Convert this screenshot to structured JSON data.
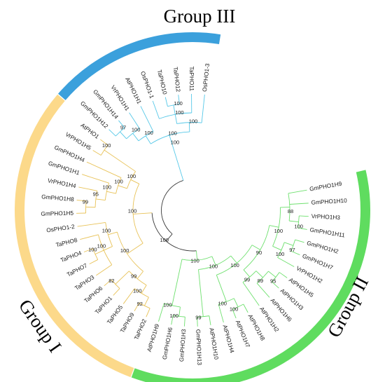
{
  "groups": [
    {
      "label": "Group III",
      "color": "#5fdc5f",
      "branch_color": "#6ee06e"
    },
    {
      "label": "Group II",
      "color": "#3ba0dc",
      "branch_color": "#56c8e8"
    },
    {
      "label": "Group I",
      "color": "#fcd98a",
      "branch_color": "#e8c257"
    }
  ],
  "root_color": "#3a3a3a",
  "leaves": [
    "GmPHO1H9",
    "GmPHO1H10",
    "VrPHO1H3",
    "GmPHO1H11",
    "GmPHO1H2",
    "GmPHO1H7",
    "VrPHO1H2",
    "AtPHO1H5",
    "AtPHO1H3",
    "AtPHO1H6",
    "AtPHO1H2",
    "AtPHO1H8",
    "AtPHO1H7",
    "AtPHO1H4",
    "AtPHO1H10",
    "GmPHO1H13",
    "GmPHO1H3",
    "GmPHO1H6",
    "AtPHO1H9",
    "TaPHO2",
    "TaPHO9",
    "TaPHO5",
    "TaPHO1",
    "TaPHO6",
    "TaPHO3",
    "TaPHO7",
    "TaPHO4",
    "TaPHO8",
    "OsPHO1-2",
    "GmPHO1H5",
    "GmPHO1H8",
    "VrPHO1H4",
    "GmPHO1H1",
    "GmPHO1H4",
    "VrPHO1H5",
    "AtPHO1",
    "GmPHO1H12",
    "GmPHO1H14",
    "VrPHO1H1",
    "AtPHO1H1",
    "OsPHO1-1",
    "TaPHO10",
    "TaPHO12",
    "TaPHO11",
    "OsPHO1-3"
  ],
  "tree": {
    "c": [
      {
        "g": 1,
        "b": "100",
        "c": [
          {
            "b": "100",
            "c": [
              {
                "b": "100",
                "c": [
                  {
                    "b": "100",
                    "c": [
                      {
                        "l": 40
                      },
                      {
                        "b": "100",
                        "c": [
                          {
                            "l": 41
                          },
                          {
                            "l": 42
                          }
                        ]
                      },
                      {
                        "l": 43
                      }
                    ]
                  },
                  {
                    "l": 44
                  }
                ]
              },
              {
                "b": "100",
                "c": [
                  {
                    "l": 39
                  },
                  {
                    "b": "100",
                    "c": [
                      {
                        "l": 38
                      },
                      {
                        "b": "97",
                        "c": [
                          {
                            "l": 37
                          },
                          {
                            "l": 36
                          }
                        ]
                      }
                    ]
                  }
                ]
              }
            ]
          }
        ]
      },
      {
        "b": "100",
        "c": [
          {
            "g": 2,
            "b": "100",
            "c": [
              {
                "b": "100",
                "c": [
                  {
                    "b": "100",
                    "c": [
                      {
                        "l": 35
                      },
                      {
                        "l": 34
                      }
                    ]
                  },
                  {
                    "b": "100",
                    "c": [
                      {
                        "l": 33
                      },
                      {
                        "b": "100",
                        "c": [
                          {
                            "l": 32
                          },
                          {
                            "b": "95",
                            "c": [
                              {
                                "l": 31
                              },
                              {
                                "b": "99",
                                "c": [
                                  {
                                    "l": 30
                                  },
                                  {
                                    "l": 29
                                  }
                                ]
                              }
                            ]
                          }
                        ]
                      }
                    ]
                  }
                ]
              },
              {
                "b": "100",
                "c": [
                  {
                    "b": "99",
                    "c": [
                      {
                        "b": "100",
                        "c": [
                          {
                            "b": "92",
                            "c": [
                              {
                                "l": 19
                              },
                              {
                                "l": 20
                              }
                            ]
                          },
                          {
                            "l": 21
                          }
                        ]
                      },
                      {
                        "b": "82",
                        "c": [
                          {
                            "l": 22
                          },
                          {
                            "l": 23
                          }
                        ]
                      }
                    ]
                  },
                  {
                    "b": "100",
                    "c": [
                      {
                        "l": 28
                      },
                      {
                        "b": "100",
                        "c": [
                          {
                            "l": 24
                          },
                          {
                            "b": "100",
                            "c": [
                              {
                                "l": 25
                              },
                              {
                                "l": 26
                              }
                            ]
                          },
                          {
                            "l": 27
                          }
                        ]
                      }
                    ]
                  }
                ]
              }
            ]
          },
          {
            "g": 0,
            "b": "100",
            "c": [
              {
                "b": "100",
                "c": [
                  {
                    "l": 18
                  },
                  {
                    "b": "100",
                    "c": [
                      {
                        "l": 17
                      },
                      {
                        "l": 16
                      }
                    ]
                  }
                ]
              },
              {
                "b": "100",
                "c": [
                  {
                    "b": "99",
                    "c": [
                      {
                        "l": 15
                      },
                      {
                        "l": 14
                      }
                    ]
                  },
                  {
                    "b": "100",
                    "c": [
                      {
                        "b": "100",
                        "c": [
                          {
                            "l": 13
                          },
                          {
                            "b": "100",
                            "c": [
                              {
                                "l": 12
                              },
                              {
                                "l": 11
                              }
                            ]
                          }
                        ]
                      },
                      {
                        "b": "90",
                        "c": [
                          {
                            "b": "99",
                            "c": [
                              {
                                "l": 10
                              },
                              {
                                "b": "89",
                                "c": [
                                  {
                                    "l": 9
                                  },
                                  {
                                    "b": "95",
                                    "c": [
                                      {
                                        "l": 8
                                      },
                                      {
                                        "l": 7
                                      }
                                    ]
                                  }
                                ]
                              }
                            ]
                          },
                          {
                            "b": "100",
                            "c": [
                              {
                                "b": "100",
                                "c": [
                                  {
                                    "l": 6
                                  },
                                  {
                                    "b": "97",
                                    "c": [
                                      {
                                        "l": 5
                                      },
                                      {
                                        "l": 4
                                      }
                                    ]
                                  }
                                ]
                              },
                              {
                                "b": "88",
                                "c": [
                                  {
                                    "b": "100",
                                    "c": [
                                      {
                                        "l": 3
                                      },
                                      {
                                        "l": 2
                                      }
                                    ]
                                  },
                                  {
                                    "l": 1
                                  },
                                  {
                                    "l": 0
                                  }
                                ]
                              }
                            ]
                          }
                        ]
                      }
                    ]
                  }
                ]
              }
            ]
          }
        ]
      }
    ]
  }
}
